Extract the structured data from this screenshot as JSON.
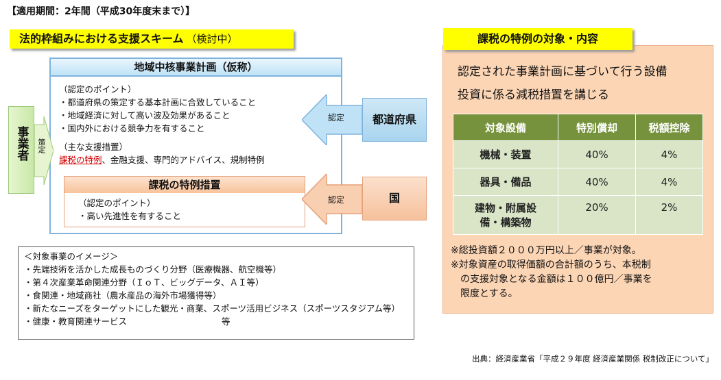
{
  "period": "【適用期間：2年間（平成30年度末まで）】",
  "scheme": {
    "title": "法的枠組みにおける支援スキーム",
    "sub": "（検討中）"
  },
  "plan": {
    "title": "地域中核事業計画（仮称）",
    "points_heading": "（認定のポイント）",
    "points": [
      "・都道府県の策定する基本計画に合致していること",
      "・地域経済に対して高い波及効果があること",
      "・国内外における競争力を有すること"
    ],
    "support_heading": "（主な支援措置）",
    "support_red": "課税の特例",
    "support_rest": "、金融支援、専門的アドバイス、規制特例"
  },
  "tax_measure": {
    "title": "課税の特例措置",
    "heading": "（認定のポイント）",
    "point": "・高い先進性を有すること"
  },
  "jigyo": "事業者",
  "sakutei": "策定",
  "pref": {
    "label": "都道府県",
    "arrow": "認定"
  },
  "kuni": {
    "label": "国",
    "arrow": "認定"
  },
  "image": {
    "heading": "＜対象事業のイメージ＞",
    "items": [
      "・先端技術を活かした成長ものづくり分野（医療機器、航空機等）",
      "・第４次産業革命関連分野（ＩｏＴ、ビッグデータ、ＡＩ等）",
      "・食関連・地域商社（農水産品の海外市場獲得等）",
      "・新たなニーズをターゲットにした観光・商業、スポーツ活用ビジネス（スポーツスタジアム等）",
      "・健康・教育関連サービス"
    ],
    "tail": "等"
  },
  "right": {
    "title": "課税の特例の対象・内容",
    "desc": [
      "認定された事業計画に基づいて行う設備",
      "投資に係る減税措置を講じる"
    ],
    "table": {
      "headers": [
        "対象設備",
        "特別償却",
        "税額控除"
      ],
      "rows": [
        [
          "機械・装置",
          "40%",
          "4%"
        ],
        [
          "器具・備品",
          "40%",
          "4%"
        ],
        [
          "建物・附属設備・構築物",
          "20%",
          "2%"
        ]
      ]
    },
    "notes": [
      "※総投資額２０００万円以上／事業が対象。",
      "※対象資産の取得価額の合計額のうち、本税制",
      "　の支援対象となる金額は１００億円／事業を",
      "　限度とする。"
    ]
  },
  "source": "出典：経済産業省「平成２９年度 経済産業関係 税制改正について」"
}
